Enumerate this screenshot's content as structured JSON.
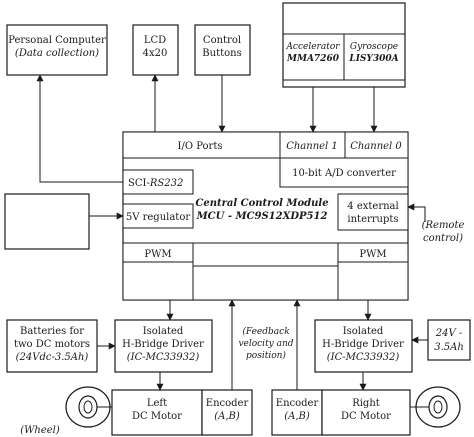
{
  "pc": {
    "line1": "Personal Computer",
    "line2": "(Data collection)"
  },
  "lcd": {
    "line1": "LCD",
    "line2": "4x20"
  },
  "buttons": {
    "line1": "Control",
    "line2": "Buttons"
  },
  "accel": {
    "line1": "Accelerator",
    "line2": "MMA7260"
  },
  "gyro": {
    "line1": "Gyroscope",
    "line2": "LISY300A"
  },
  "io_ports": "I/O Ports",
  "channel1": "Channel 1",
  "channel0": "Channel 0",
  "adc": "10-bit A/D converter",
  "sci": {
    "prefix": "SCI-",
    "suffix": "RS232"
  },
  "ccm": {
    "line1": "Central Control Module",
    "line2": "MCU - MC9S12XDP512"
  },
  "regulator": "5V regulator",
  "interrupts": {
    "line1": "4 external",
    "line2": "interrupts"
  },
  "remote": {
    "line1": "(Remote",
    "line2": "control)"
  },
  "pwm_left": "PWM",
  "pwm_right": "PWM",
  "batteries": {
    "line1": "Batteries for",
    "line2": "two DC motors",
    "line3": "(24Vdc-3.5Ah)"
  },
  "hbridge_left": {
    "line1": "Isolated",
    "line2": "H-Bridge Driver",
    "line3": "(IC-MC33932)"
  },
  "feedback": {
    "line1": "(Feedback",
    "line2": "velocity and",
    "line3": "position)"
  },
  "hbridge_right": {
    "line1": "Isolated",
    "line2": "H-Bridge Driver",
    "line3": "(IC-MC33932)"
  },
  "supply": {
    "line1": "24V -",
    "line2": "3.5Ah"
  },
  "left_motor": {
    "line1": "Left",
    "line2": "DC Motor"
  },
  "encoder_left": {
    "line1": "Encoder",
    "line2": "(A,B)"
  },
  "encoder_right": {
    "line1": "Encoder",
    "line2": "(A,B)"
  },
  "right_motor": {
    "line1": "Right",
    "line2": "DC Motor"
  },
  "wheel": "(Wheel)"
}
